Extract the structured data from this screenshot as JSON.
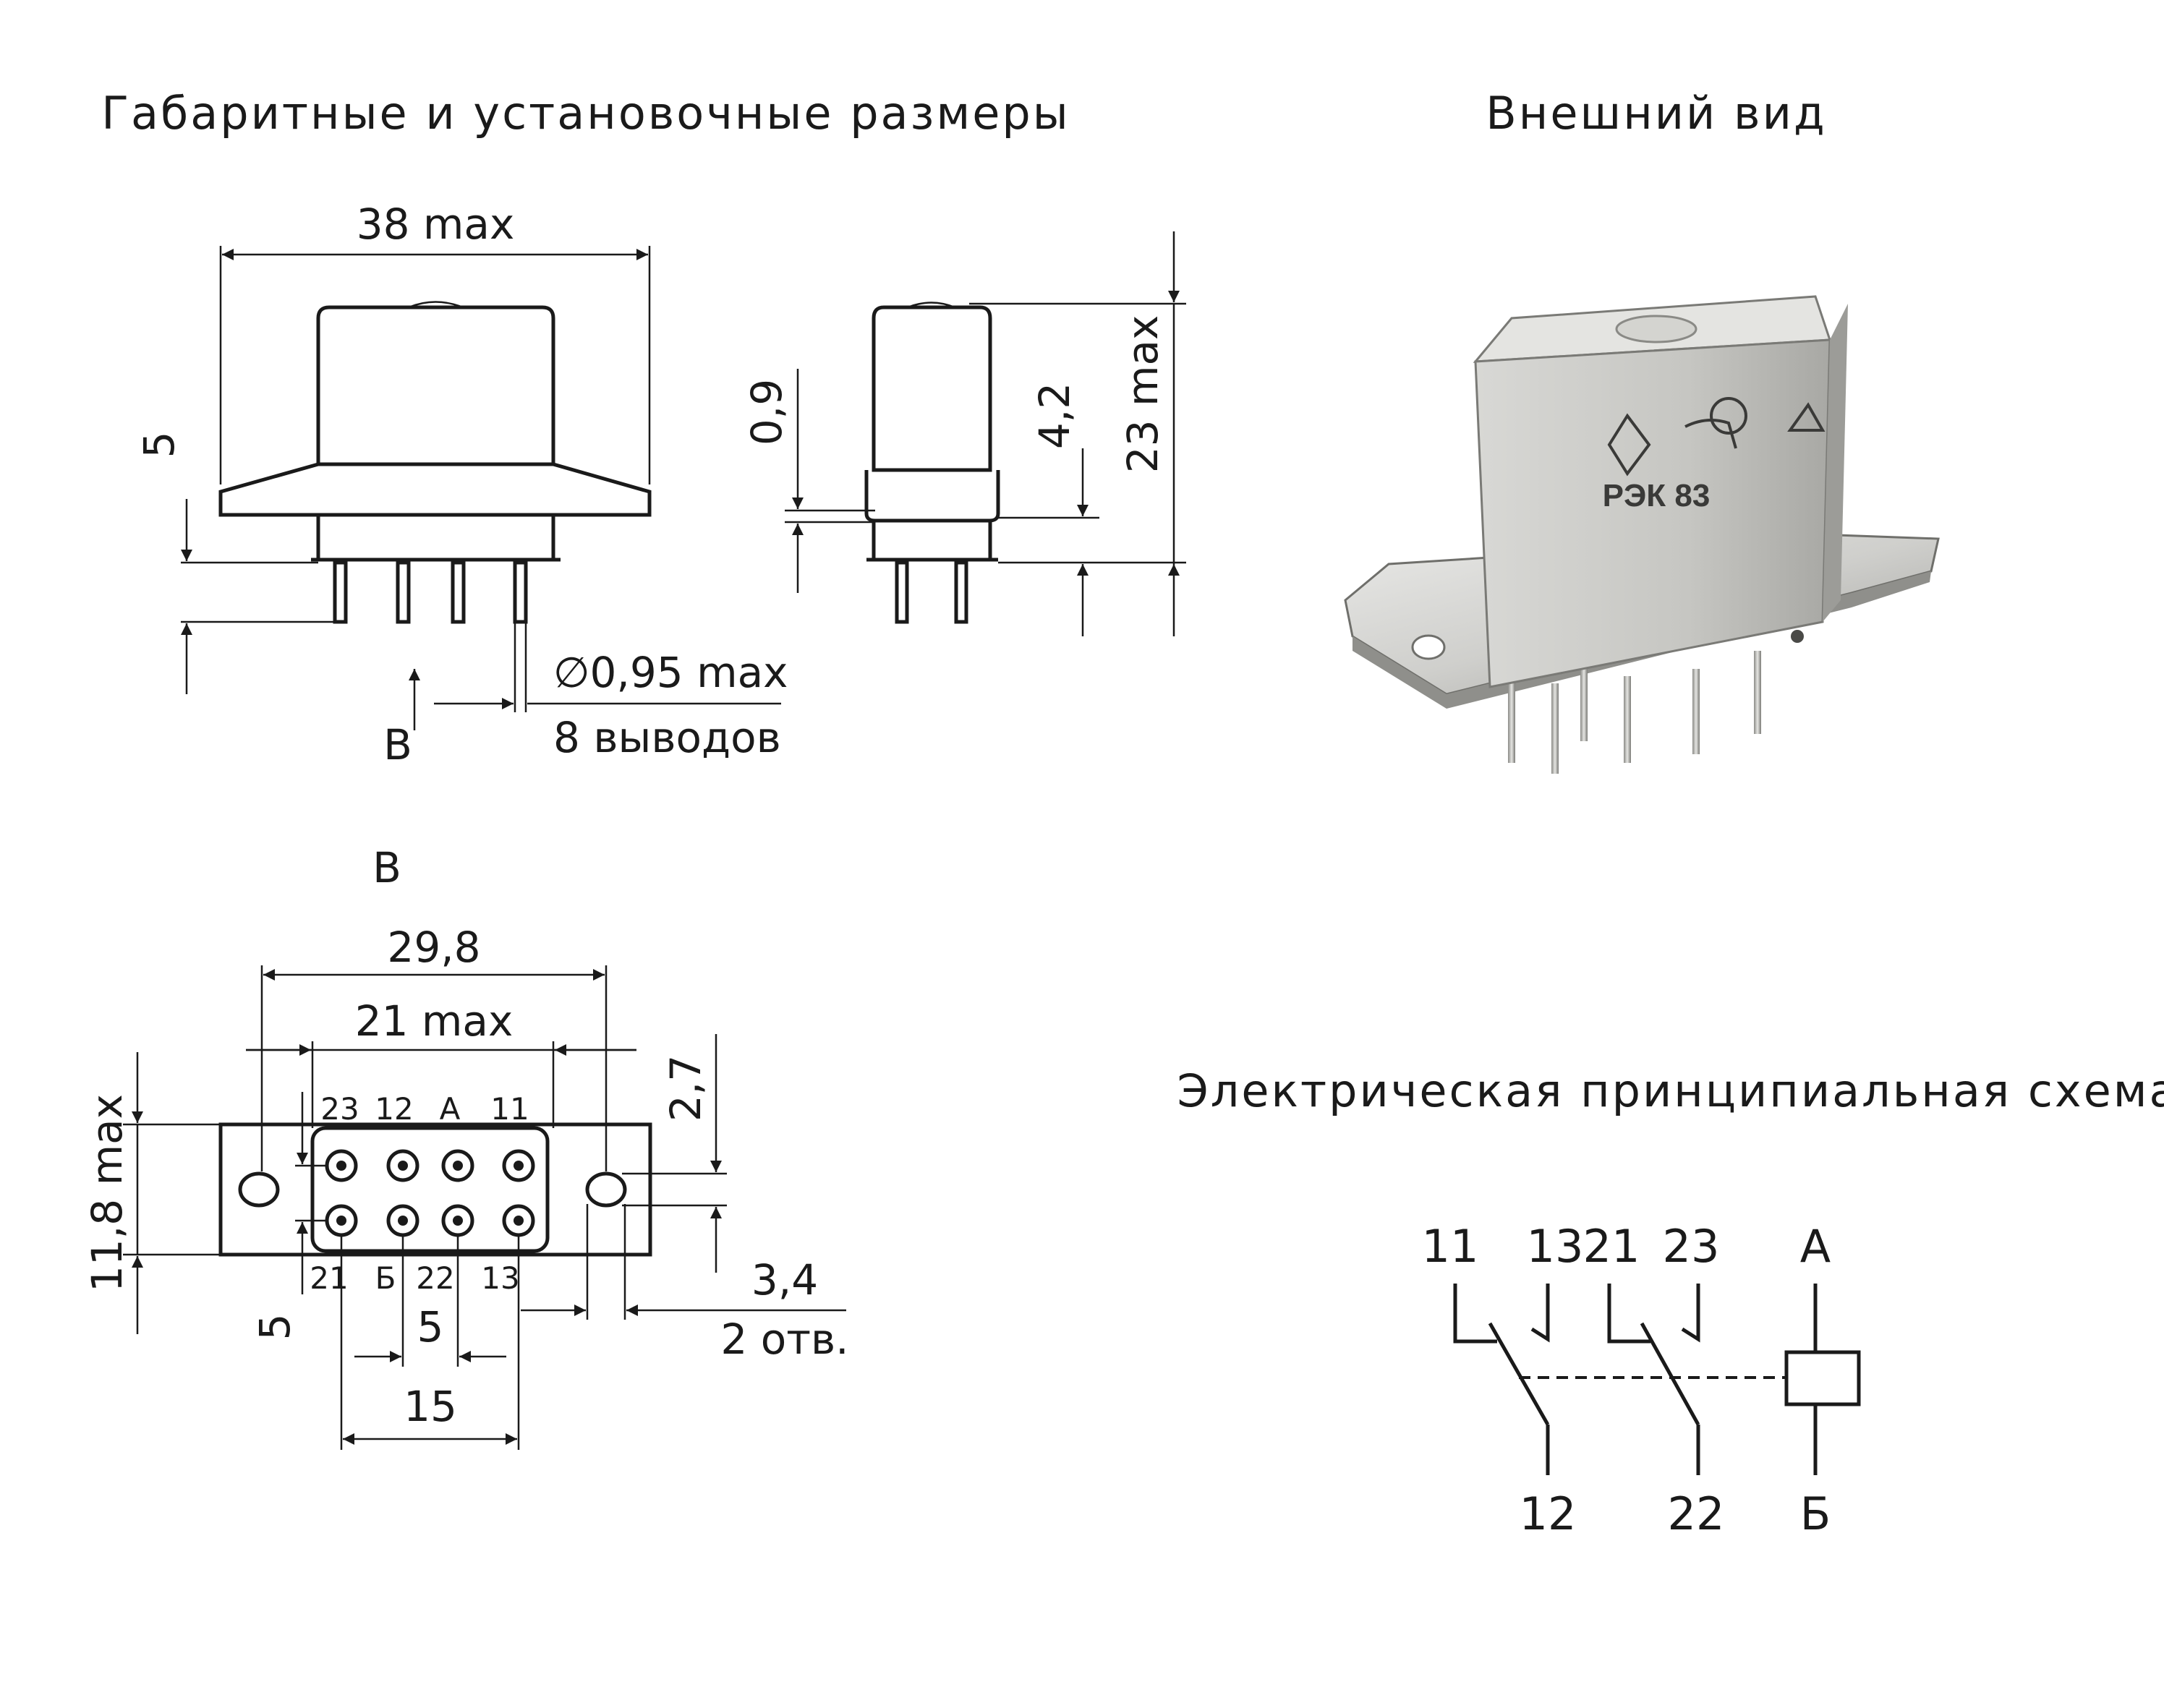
{
  "titles": {
    "dimensions": "Габаритные и установочные размеры",
    "appearance": "Внешний вид",
    "schematic": "Электрическая принципиальная схема"
  },
  "front_view": {
    "width": "38 max",
    "flange": "5",
    "pin_diameter": "∅0,95 max",
    "pin_count": "8 выводов",
    "view_marker": "В"
  },
  "side_view": {
    "thickness": "0,9",
    "offset": "4,2",
    "height": "23 max"
  },
  "bottom_view": {
    "label": "В",
    "length": "29,8",
    "body_length": "21 max",
    "hole_offset": "2,7",
    "height": "11,8 max",
    "pitch_small": "5",
    "pitch": "5",
    "span": "15",
    "hole_diameter": "3,4",
    "hole_count": "2 отв.",
    "pins_top": [
      "23",
      "12",
      "А",
      "11"
    ],
    "pins_bottom": [
      "21",
      "Б",
      "22",
      "13"
    ]
  },
  "product": {
    "marking": "РЭК 83"
  },
  "schematic": {
    "top_labels": [
      "11",
      "13",
      "21",
      "23",
      "А"
    ],
    "bottom_labels": [
      "12",
      "22",
      "Б"
    ]
  }
}
